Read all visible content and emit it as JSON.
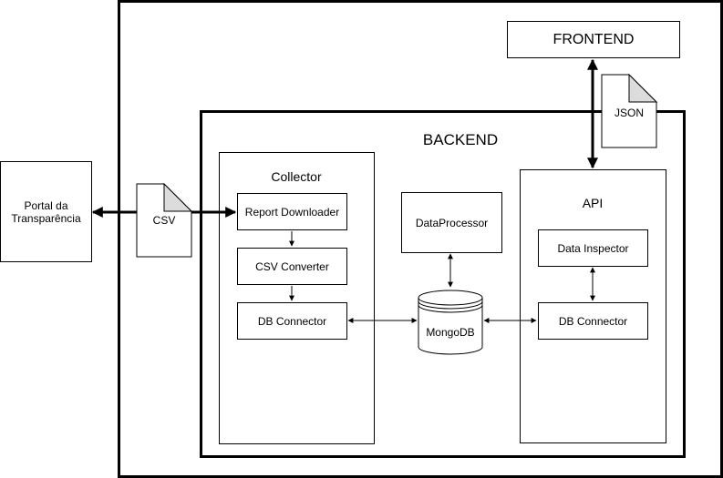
{
  "diagram": {
    "nodes": {
      "portal": "Portal da\nTransparência",
      "frontend": "FRONTEND",
      "backend": "BACKEND",
      "collector": "Collector",
      "report_downloader": "Report Downloader",
      "csv_converter": "CSV Converter",
      "db_connector_collector": "DB Connector",
      "data_processor": "DataProcessor",
      "mongodb": "MongoDB",
      "api": "API",
      "data_inspector": "Data Inspector",
      "db_connector_api": "DB Connector"
    },
    "documents": {
      "csv": "CSV",
      "json": "JSON"
    },
    "edges": [
      {
        "from": "portal",
        "to": "report_downloader",
        "label": "CSV",
        "direction": "both"
      },
      {
        "from": "report_downloader",
        "to": "csv_converter",
        "direction": "forward"
      },
      {
        "from": "csv_converter",
        "to": "db_connector_collector",
        "direction": "forward"
      },
      {
        "from": "db_connector_collector",
        "to": "mongodb",
        "direction": "both"
      },
      {
        "from": "data_processor",
        "to": "mongodb",
        "direction": "both"
      },
      {
        "from": "mongodb",
        "to": "db_connector_api",
        "direction": "both"
      },
      {
        "from": "data_inspector",
        "to": "db_connector_api",
        "direction": "both"
      },
      {
        "from": "frontend",
        "to": "api",
        "label": "JSON",
        "direction": "both"
      }
    ]
  }
}
